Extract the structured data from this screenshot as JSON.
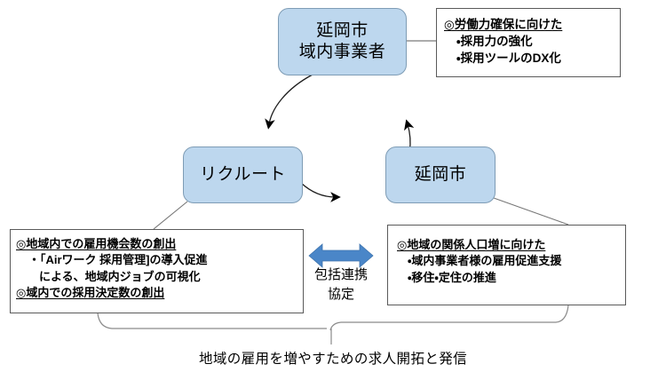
{
  "diagram": {
    "title_caption": "地域の雇用を増やすための求人開拓と発信",
    "accent_color": "#4a86c8",
    "node_fill_color": "#bdd7ee",
    "node_border_color": "#7e9cb5",
    "box_border_color": "#5a5a5a",
    "nodes": [
      {
        "id": "businesses",
        "label_line1": "延岡市",
        "label_line2": "域内事業者"
      },
      {
        "id": "recruit",
        "label": "リクルート"
      },
      {
        "id": "city",
        "label": "延岡市"
      }
    ],
    "callouts": {
      "businesses": {
        "heading": "◎労働力確保に向けた",
        "bullets": [
          "・採用力の強化",
          "・採用ツールのDX化"
        ]
      },
      "recruit": {
        "heading1": "◎地域内での雇用機会数の創出",
        "bullet1_line1": "・「Airワーク 採用管理]の導入促進",
        "bullet1_line2": "による、地域内ジョブの可視化",
        "heading2": "◎域内での採用決定数の創出"
      },
      "city": {
        "heading": "◎地域の関係人口増に向けた",
        "bullets": [
          "・域内事業者様の雇用促進支援",
          "・移住・定住の推進"
        ]
      }
    },
    "center_arrow": {
      "icon": "double-arrow-horizontal-icon",
      "label_line1": "包括連携",
      "label_line2": "協定"
    },
    "cycle_arrows": [
      {
        "from": "businesses",
        "to": "recruit"
      },
      {
        "from": "recruit",
        "to": "city"
      },
      {
        "from": "city",
        "to": "businesses"
      }
    ]
  }
}
